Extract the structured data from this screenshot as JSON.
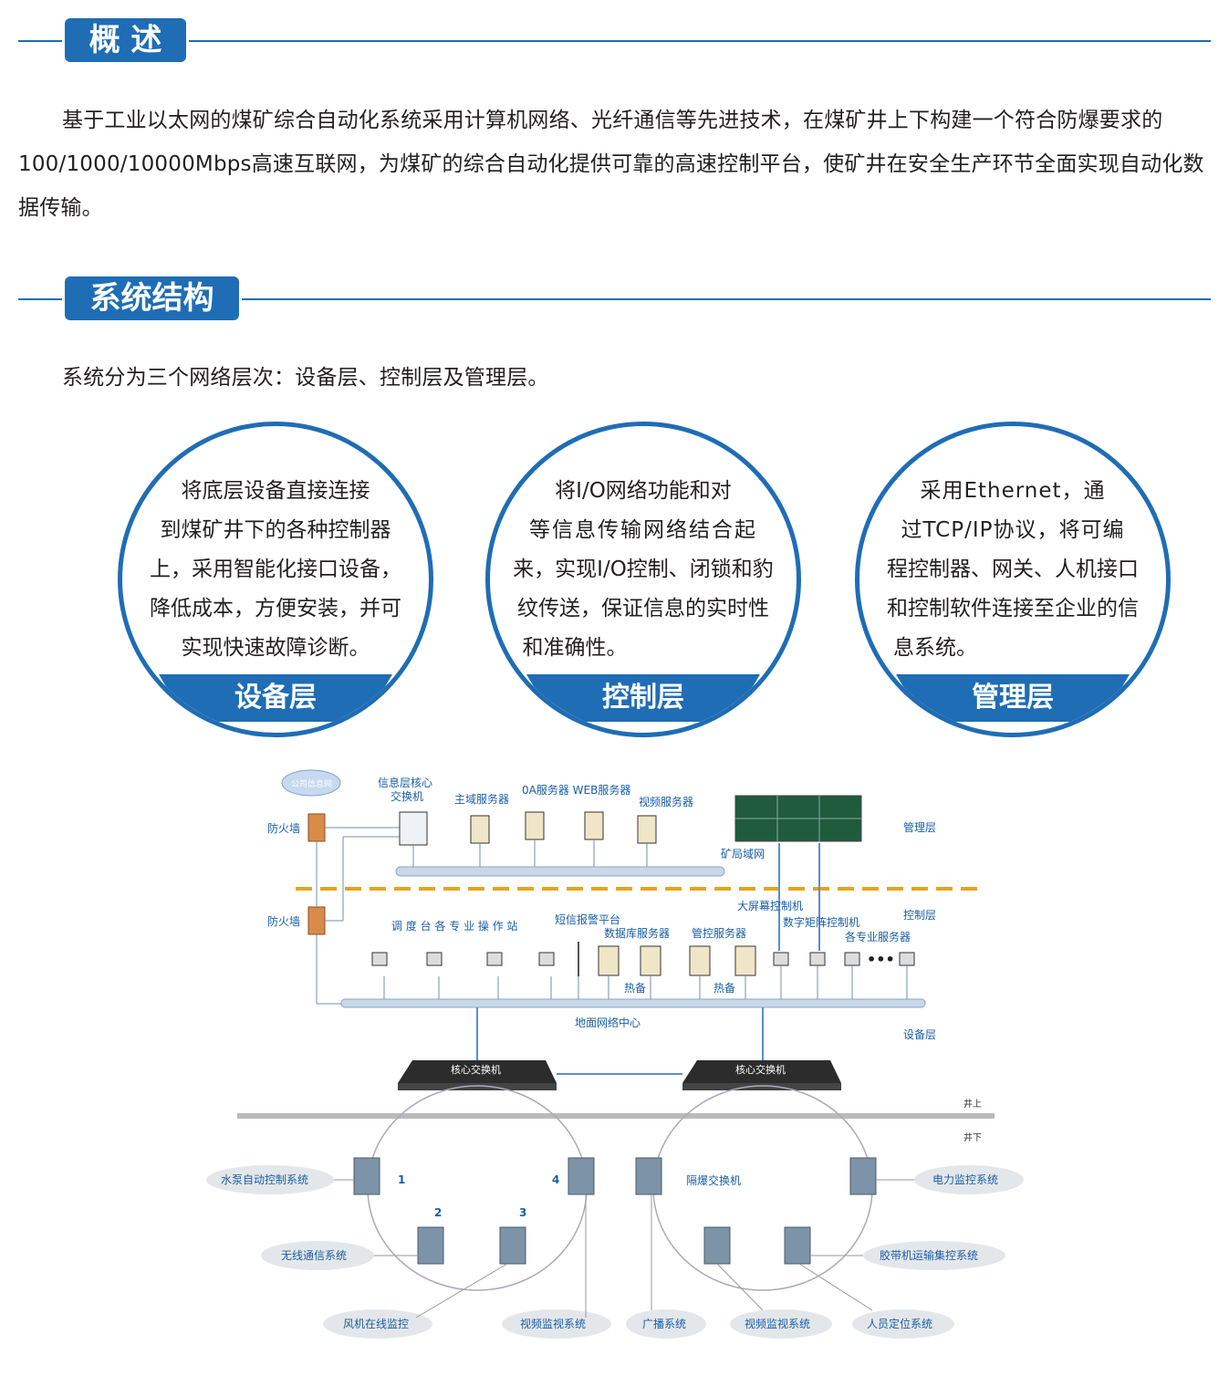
{
  "section1": {
    "heading": "概 述",
    "paragraph": "基于工业以太网的煤矿综合自动化系统采用计算机网络、光纤通信等先进技术，在煤矿井上下构建一个符合防爆要求的100/1000/10000Mbps高速互联网，为煤矿的综合自动化提供可靠的高速控制平台，使矿井在安全生产环节全面实现自动化数据传输。"
  },
  "section2": {
    "heading": "系统结构",
    "intro": "系统分为三个网络层次：设备层、控制层及管理层。"
  },
  "circles": [
    {
      "title": "设备层",
      "lines": [
        "将底层设备直接连接",
        "到煤矿井下的各种控制器",
        "上，采用智能化接口设备，",
        "降低成本，方便安装，并可",
        "实现快速故障诊断。"
      ]
    },
    {
      "title": "控制层",
      "lines": [
        "将I/O网络功能和对",
        "等信息传输网络结合起",
        "来，实现I/O控制、闭锁和豹",
        "纹传送，保证信息的实时性",
        "和准确性。"
      ]
    },
    {
      "title": "管理层",
      "lines": [
        "采用Ethernet，通",
        "过TCP/IP协议，将可编",
        "程控制器、网关、人机接口",
        "和控制软件连接至企业的信",
        "息系统。"
      ]
    }
  ],
  "diagram": {
    "cloud_company": "公司信息网",
    "firewall": "防火墙",
    "info_core_switch": "信息层核心交换机",
    "info_core_switch_l1": "信息层核心",
    "info_core_switch_l2": "交换机",
    "domain_server": "主域服务器",
    "oa_web_server": "0A服务器 WEB服务器",
    "video_server": "视频服务器",
    "mine_lan": "矿局域网",
    "layer_mgmt": "管理层",
    "layer_ctrl": "控制层",
    "layer_dev": "设备层",
    "dispatch": "调 度 台 各 专 业 操 作 站",
    "sms": "短信报警平台",
    "db_server": "数据库服务器",
    "ctrl_server": "管控服务器",
    "big_screen": "大屏幕控制机",
    "matrix": "数字矩阵控制机",
    "prof_servers": "各专业服务器",
    "hot1": "热备",
    "hot2": "热备",
    "ground_center": "地面网络中心",
    "core_switch_a": "核心交换机",
    "core_switch_b": "核心交换机",
    "above": "井上",
    "below": "井下",
    "explosion_switch": "隔爆交换机",
    "n1": "1",
    "n2": "2",
    "n3": "3",
    "n4": "4",
    "subsystems": {
      "pump": "水泵自动控制系统",
      "power": "电力监控系统",
      "wireless": "无线通信系统",
      "belt": "胶带机运输集控系统",
      "fan": "风机在线监控",
      "video1": "视频监视系统",
      "broadcast": "广播系统",
      "video2": "视频监视系统",
      "personnel": "人员定位系统"
    }
  },
  "colors": {
    "accent": "#1f6db5",
    "line": "#1a6fb3",
    "dashed": "#e8a317"
  }
}
